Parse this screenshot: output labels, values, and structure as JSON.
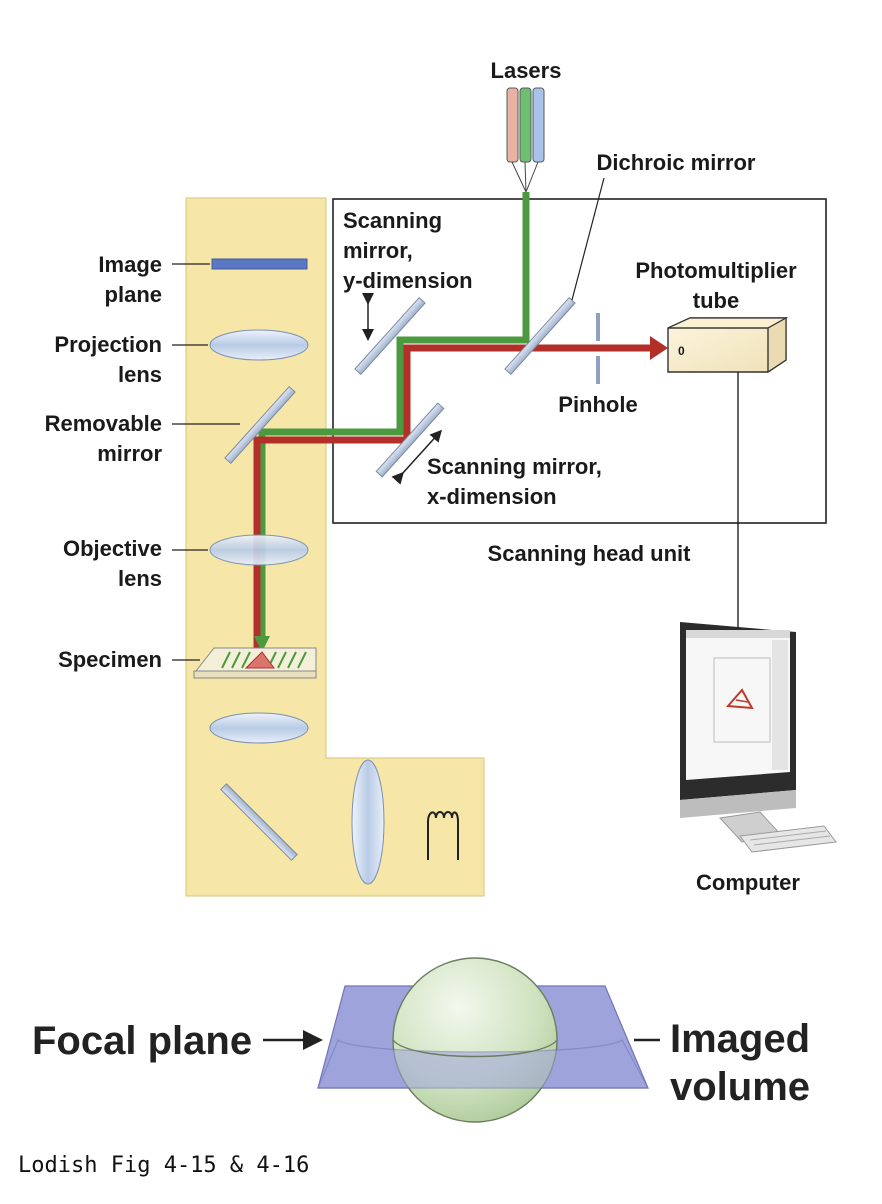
{
  "microscope": {
    "lasers": "Lasers",
    "dichroic_mirror": "Dichroic mirror",
    "scan_mirror_y_line1": "Scanning",
    "scan_mirror_y_line2": "mirror,",
    "scan_mirror_y_line3": "y-dimension",
    "photomultiplier_line1": "Photomultiplier",
    "photomultiplier_line2": "tube",
    "pmt_dial": "0",
    "pinhole": "Pinhole",
    "scan_mirror_x_line1": "Scanning mirror,",
    "scan_mirror_x_line2": "x-dimension",
    "scanning_head_unit": "Scanning head unit",
    "computer": "Computer",
    "image_plane_line1": "Image",
    "image_plane_line2": "plane",
    "projection_lens_line1": "Projection",
    "projection_lens_line2": "lens",
    "removable_mirror_line1": "Removable",
    "removable_mirror_line2": "mirror",
    "objective_lens_line1": "Objective",
    "objective_lens_line2": "lens",
    "specimen": "Specimen"
  },
  "focal": {
    "focal_plane": "Focal plane",
    "imaged_line1": "Imaged",
    "imaged_line2": "volume"
  },
  "caption": "Lodish Fig 4-15 & 4-16",
  "colors": {
    "panel": "#f6e7a8",
    "green_beam": "#4c9a3f",
    "red_beam": "#b3302a",
    "lens": "#c9d9ee",
    "plane": "#9fa3dc",
    "sphere": "#cfe3c0"
  }
}
